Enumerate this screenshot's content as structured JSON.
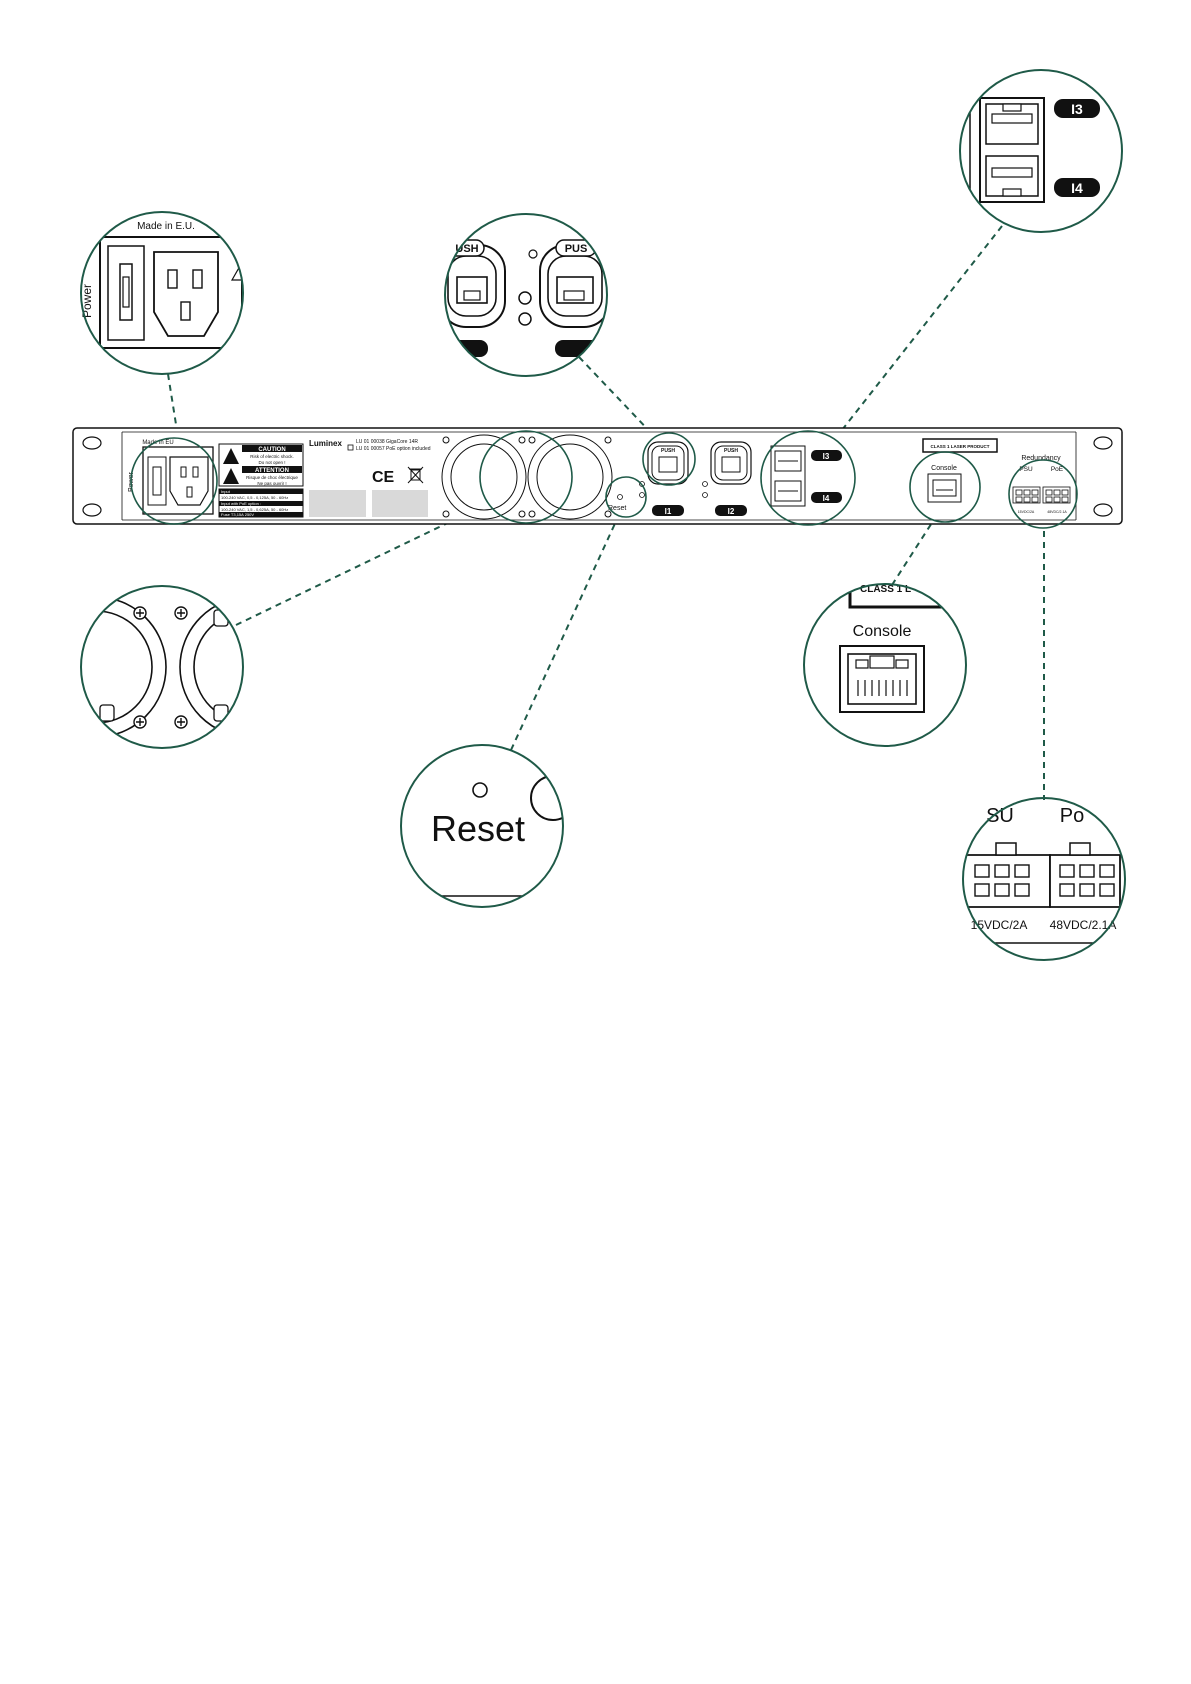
{
  "colors": {
    "callout": "#1f5a48",
    "line": "#111111",
    "panel_fill": "#ffffff",
    "badge": "#111111",
    "placeholder_gray": "#d9d9d9"
  },
  "device": {
    "brand": "Luminex",
    "made_in": "Made in EU",
    "power_label": "Power",
    "model_line_1": "LU 01 00038 GigaCore 14R",
    "model_line_2": "LU 01 00057 PoE option included",
    "ce_mark": "CE",
    "weee_icon": "weee-bin-icon",
    "caution_title": "CAUTION",
    "caution_line_1": "Risk of electric shock.",
    "caution_line_2": "Do not open !",
    "attention_title": "ATTENTION",
    "attention_line_1": "Risque de choc électrique",
    "attention_line_2": "Ne pas ouvrir !",
    "rating_input_title": "Input",
    "rating_input_value": "100-240 VAC, 0,5 - 0,125A, 50 - 60Hz",
    "rating_poe_title": "Input with PoE option :",
    "rating_poe_value": "100-240 VAC, 1,5 - 0,625A, 50 - 60Hz",
    "rating_fuse": "Fuse    T3,15A 250V",
    "push_label": "PUSH",
    "port_i1": "I1",
    "port_i2": "I2",
    "port_i3": "I3",
    "port_i4": "I4",
    "reset_label": "Reset",
    "laser_label": "CLASS 1 LASER PRODUCT",
    "console_label": "Console",
    "redundancy_label": "Redundancy",
    "psu_label": "PSU",
    "poe_label": "PoE",
    "psu_rating": "15VDC/2A",
    "poe_rating": "48VDC/2.1A"
  },
  "callouts": {
    "power": {
      "made_in": "Made in E.U.",
      "power_label": "Power"
    },
    "etherCON": {
      "push_1": "USH",
      "push_2": "PUS"
    },
    "sfp": {
      "top_badge": "I3",
      "bottom_badge": "I4"
    },
    "reset": {
      "label": "Reset"
    },
    "console": {
      "laser_fragment": "CLASS 1 L",
      "label": "Console"
    },
    "redundancy": {
      "psu_fragment": "SU",
      "poe_fragment": "Po",
      "psu_rating": "15VDC/2A",
      "poe_rating": "48VDC/2.1A"
    }
  }
}
